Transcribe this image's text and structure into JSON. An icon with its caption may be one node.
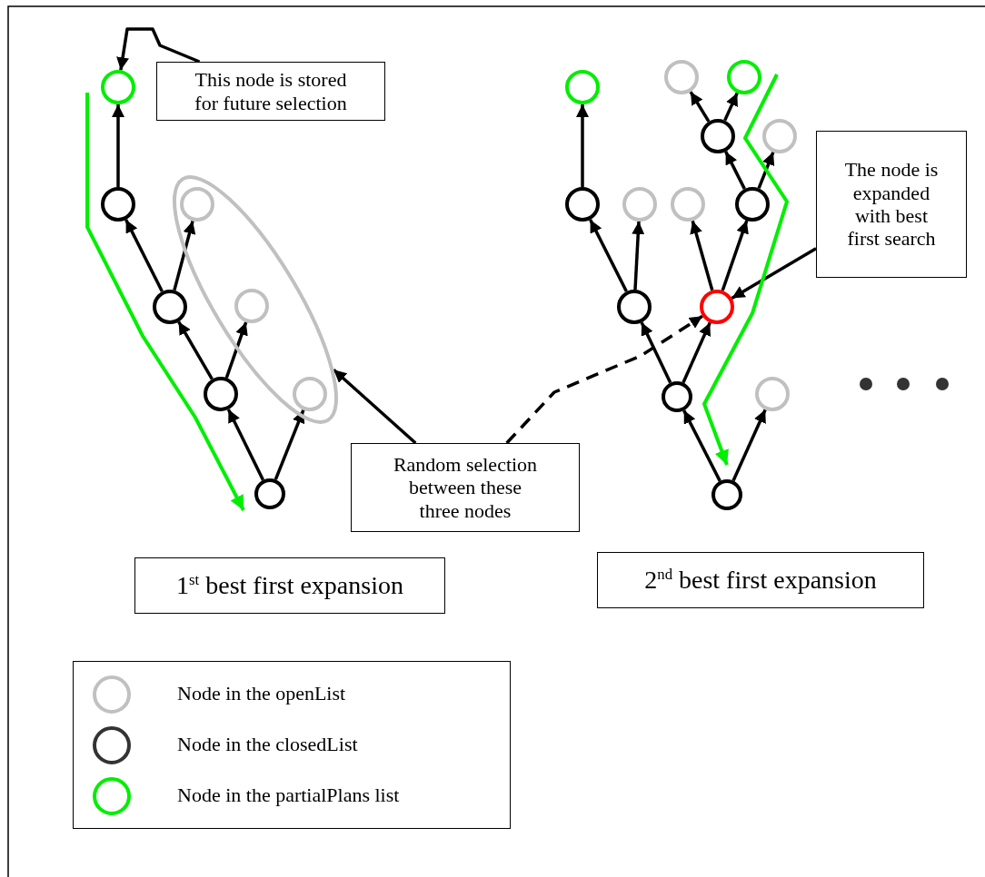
{
  "diagram": {
    "nodes": [
      {
        "text": [
          "This node is stored for future selection"
        ]
      },
      {
        "text": [],
        "shape": "circle"
      },
      {
        "text": [],
        "shape": "circle"
      },
      {
        "text": [],
        "shape": "ellipse"
      },
      {
        "text": [],
        "shape": "circle",
        "in": 3
      },
      {
        "text": [],
        "shape": "circle"
      },
      {
        "text": [],
        "shape": "circle",
        "in": 3
      },
      {
        "text": [],
        "shape": "circle"
      },
      {
        "text": [],
        "shape": "circle",
        "in": 3
      },
      {
        "text": [],
        "shape": "circle"
      },
      {
        "text": [],
        "shape": "circle"
      },
      {
        "text": [],
        "shape": "circle"
      },
      {
        "text": [],
        "shape": "circle"
      },
      {
        "text": [],
        "shape": "circle"
      },
      {
        "text": [],
        "shape": "circle"
      },
      {
        "text": [],
        "shape": "circle"
      },
      {
        "text": [],
        "shape": "circle"
      },
      {
        "text": [],
        "shape": "circle"
      },
      {
        "text": [],
        "shape": "circle"
      },
      {
        "text": [
          "The node is expanded with best first search"
        ]
      },
      {
        "text": [],
        "shape": "circle"
      },
      {
        "text": [],
        "shape": "circle"
      },
      {
        "text": [],
        "shape": "circle"
      },
      {
        "text": [],
        "shape": "circle"
      },
      {
        "text": [
          "Random selection between these three nodes"
        ]
      },
      {
        "text": [],
        "shape": "circle"
      },
      {
        "text": [
          "1$^{st}$ best first expansion"
        ]
      },
      {
        "text": [
          "2$^{nd}$ best first expansion"
        ]
      }
    ],
    "edges": [
      {
        "from": 9,
        "to": 7,
        "arrow": "to"
      },
      {
        "from": 9,
        "to": 8,
        "arrow": "to"
      },
      {
        "from": 7,
        "to": 5,
        "arrow": "to"
      },
      {
        "from": 7,
        "to": 6,
        "arrow": "to"
      },
      {
        "from": 5,
        "to": 2,
        "arrow": "to"
      },
      {
        "from": 5,
        "to": 4,
        "arrow": "to"
      },
      {
        "from": 2,
        "to": 1,
        "arrow": "to"
      },
      {
        "from": 0,
        "to": 1,
        "arrow": "to"
      },
      {
        "from": 24,
        "to": 3,
        "arrow": "to"
      },
      {
        "from": 24,
        "to": 21,
        "arrow": "to",
        "style": "dashed"
      },
      {
        "from": 19,
        "to": 21,
        "arrow": "to"
      },
      {
        "from": 25,
        "to": 22,
        "arrow": "to"
      },
      {
        "from": 25,
        "to": 23,
        "arrow": "to"
      },
      {
        "from": 22,
        "to": 20,
        "arrow": "to"
      },
      {
        "from": 22,
        "to": 21,
        "arrow": "to"
      },
      {
        "from": 20,
        "to": 15,
        "arrow": "to"
      },
      {
        "from": 20,
        "to": 16,
        "arrow": "to"
      },
      {
        "from": 21,
        "to": 17,
        "arrow": "to"
      },
      {
        "from": 21,
        "to": 18,
        "arrow": "to"
      },
      {
        "from": 15,
        "to": 10,
        "arrow": "to"
      },
      {
        "from": 18,
        "to": 13,
        "arrow": "to"
      },
      {
        "from": 18,
        "to": 14,
        "arrow": "to"
      },
      {
        "from": 13,
        "to": 11,
        "arrow": "to"
      },
      {
        "from": 13,
        "to": 12,
        "arrow": "to"
      }
    ],
    "legend": [
      {
        "text": "Node in the openList"
      },
      {
        "text": "Node in the closedList"
      },
      {
        "text": "Node in the partialPlans list"
      }
    ]
  }
}
